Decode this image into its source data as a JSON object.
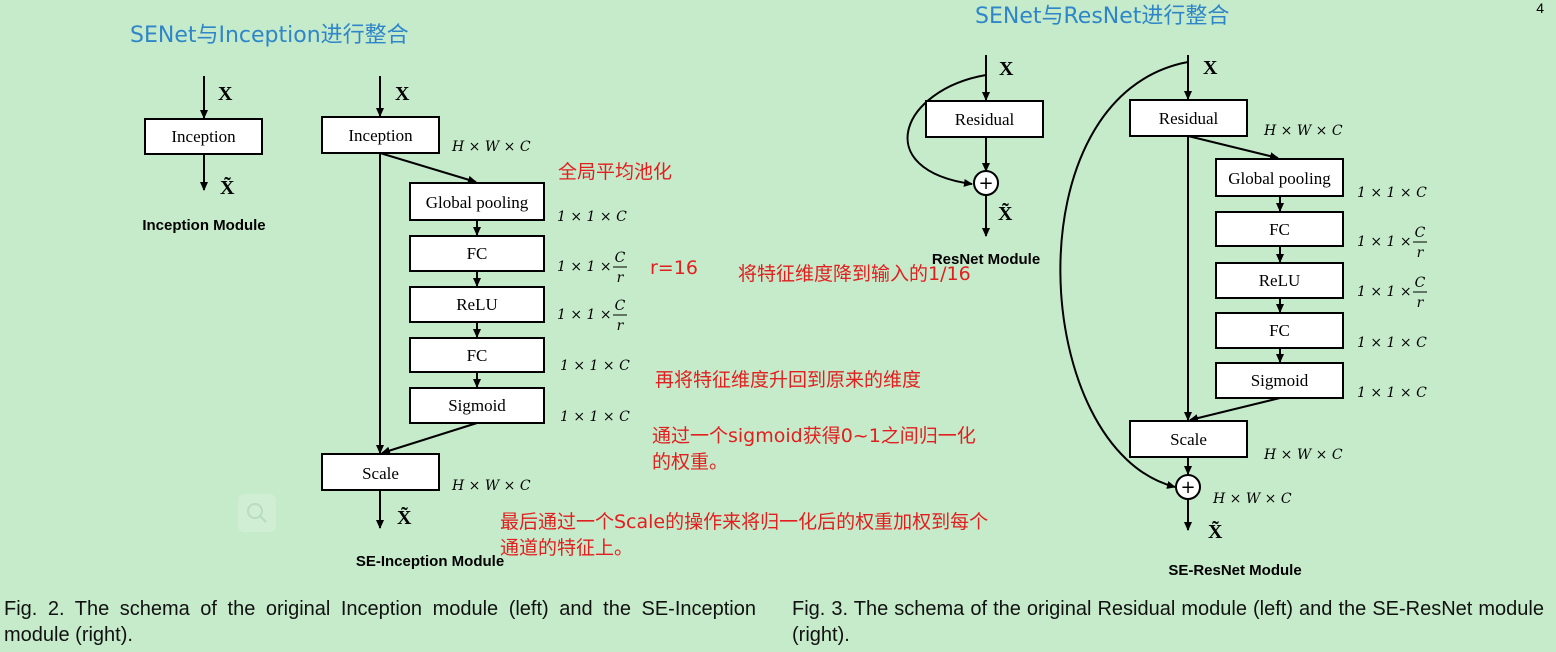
{
  "page_number": "4",
  "left_diagram": {
    "heading": "SENet与Inception进行整合",
    "plain": {
      "input": "X",
      "block": "Inception",
      "output": "X̃",
      "module_label": "Inception Module"
    },
    "se": {
      "input": "X",
      "top_block": "Inception",
      "top_dim": "H × W × C",
      "layers": [
        {
          "label": "Global pooling",
          "dim": "1 × 1 × C"
        },
        {
          "label": "FC",
          "dim": "1 × 1 ×",
          "frac": {
            "num": "C",
            "den": "r"
          }
        },
        {
          "label": "ReLU",
          "dim": "1 × 1 ×",
          "frac": {
            "num": "C",
            "den": "r"
          }
        },
        {
          "label": "FC",
          "dim": "1 × 1 × C"
        },
        {
          "label": "Sigmoid",
          "dim": "1 × 1 × C"
        }
      ],
      "scale_block": "Scale",
      "scale_dim": "H × W × C",
      "output": "X̃",
      "module_label": "SE-Inception Module"
    }
  },
  "right_diagram": {
    "heading": "SENet与ResNet进行整合",
    "plain": {
      "input": "X",
      "block": "Residual",
      "add_symbol": "+",
      "output": "X̃",
      "module_label": "ResNet Module"
    },
    "se": {
      "input": "X",
      "top_block": "Residual",
      "top_dim": "H × W × C",
      "layers": [
        {
          "label": "Global pooling",
          "dim": "1 × 1 × C"
        },
        {
          "label": "FC",
          "dim": "1 × 1 ×",
          "frac": {
            "num": "C",
            "den": "r"
          }
        },
        {
          "label": "ReLU",
          "dim": "1 × 1 ×",
          "frac": {
            "num": "C",
            "den": "r"
          }
        },
        {
          "label": "FC",
          "dim": "1 × 1 × C"
        },
        {
          "label": "Sigmoid",
          "dim": "1 × 1 × C"
        }
      ],
      "scale_block": "Scale",
      "scale_dim": "H × W × C",
      "add_symbol": "+",
      "add_dim": "H × W × C",
      "output": "X̃",
      "module_label": "SE-ResNet Module"
    }
  },
  "annotations": {
    "global_pool": "全局平均池化",
    "r_value": "r=16",
    "reduce": "将特征维度降到输入的1/16",
    "restore": "再将特征维度升回到原来的维度",
    "sigmoid_line1": "通过一个sigmoid获得0~1之间归一化",
    "sigmoid_line2": "的权重。",
    "scale_line1": "最后通过一个Scale的操作来将归一化后的权重加权到每个",
    "scale_line2": "通道的特征上。"
  },
  "captions": {
    "fig2": "Fig. 2. The schema of the original Inception module (left) and the SE-Inception module (right).",
    "fig3": "Fig. 3. The schema of the original Residual module (left) and the SE-ResNet module (right)."
  },
  "colors": {
    "background": "#c6ebcb",
    "heading": "#2e86c8",
    "annotation": "#e21e1e"
  },
  "icons": {
    "zoom": "magnifier-icon"
  }
}
